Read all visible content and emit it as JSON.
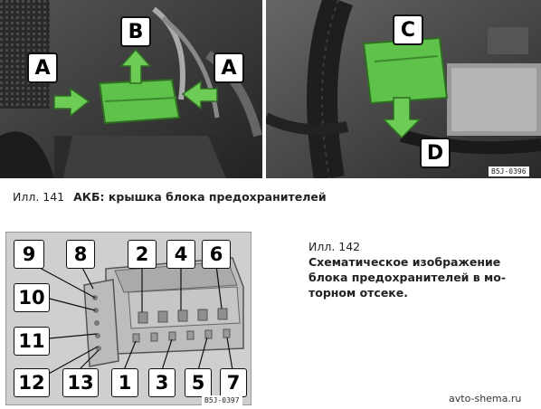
{
  "figure1": {
    "callouts": [
      "A",
      "B",
      "A",
      "C",
      "D"
    ],
    "code": "B5J-0396",
    "caption_number": "Илл. 141",
    "caption_title": "АКБ: крышка блока предохранителей"
  },
  "figure2": {
    "labels": [
      "9",
      "8",
      "2",
      "4",
      "6",
      "10",
      "11",
      "12",
      "13",
      "1",
      "3",
      "5",
      "7"
    ],
    "code": "B5J-0397",
    "caption_number": "Илл. 142",
    "caption_lines": [
      "Схематическое изображение",
      "блока предохранителей в мо-",
      "торном отсеке."
    ]
  },
  "watermark": "avto-shema.ru",
  "colors": {
    "cover_green": "#5fc24a",
    "arrow_green": "#6dcc55",
    "photo_dark": "#3a3a3a"
  }
}
